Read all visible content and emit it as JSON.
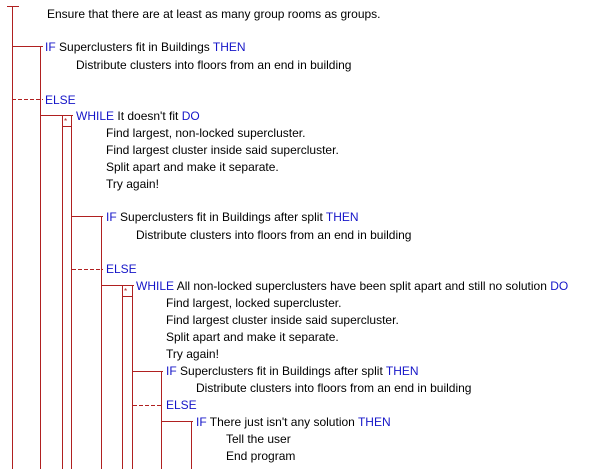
{
  "colors": {
    "text": "#000000",
    "keyword": "#1515c8",
    "line": "#b02020"
  },
  "keywords": {
    "if": "IF",
    "then": "THEN",
    "else": "ELSE",
    "while": "WHILE",
    "do": "DO"
  },
  "lines": {
    "l0": "Ensure that there are at least as many group rooms as groups.",
    "l1_cond": "Superclusters fit in Buildings",
    "l2": "Distribute clusters into floors from an end in building",
    "l4_cond": "It doesn't fit",
    "l5": "Find largest, non-locked supercluster.",
    "l6": "Find largest cluster inside said supercluster.",
    "l7": "Split apart and make it separate.",
    "l8": "Try again!",
    "l9_cond": "Superclusters fit in Buildings after split",
    "l10": "Distribute clusters into floors from an end in building",
    "l12_cond": "All non-locked superclusters have been split apart and still no solution",
    "l13": "Find largest, locked supercluster.",
    "l14": "Find largest cluster inside said supercluster.",
    "l15": "Split apart and make it separate.",
    "l16": "Try again!",
    "l17_cond": "Superclusters fit in Buildings after split",
    "l18": "Distribute clusters into floors from an end in building",
    "l20_cond": "There just isn't any solution",
    "l21": "Tell the user",
    "l22": "End program"
  }
}
